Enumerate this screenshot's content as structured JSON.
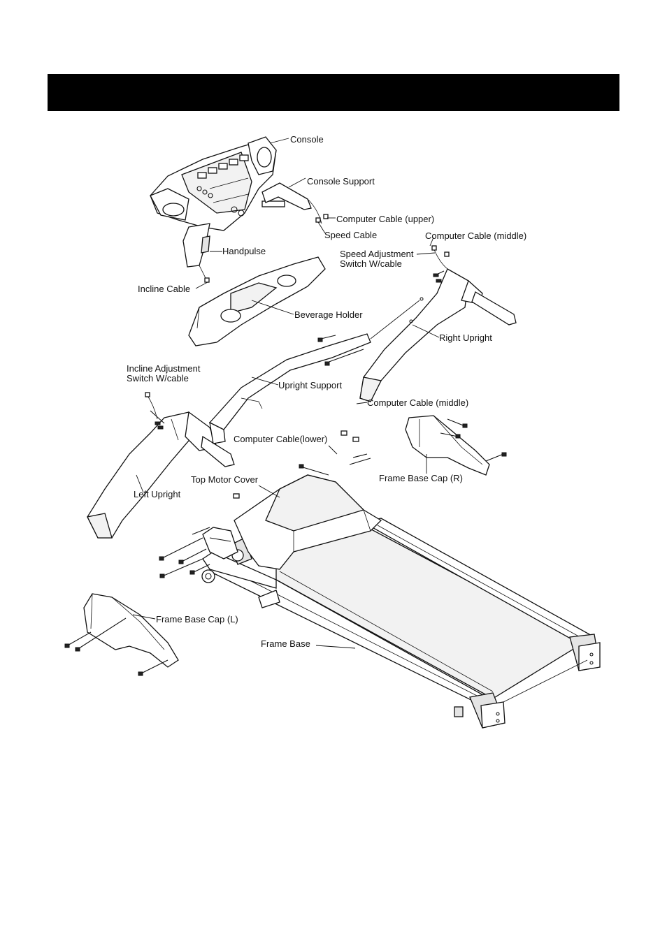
{
  "labels": {
    "console": "Console",
    "console_support": "Console Support",
    "computer_cable_upper": "Computer Cable (upper)",
    "speed_cable": "Speed Cable",
    "computer_cable_middle_top": "Computer Cable (middle)",
    "speed_adjustment_switch_line1": "Speed Adjustment",
    "speed_adjustment_switch_line2": "Switch  W/cable",
    "handpulse": "Handpulse",
    "incline_cable": "Incline Cable",
    "beverage_holder": "Beverage Holder",
    "right_upright": "Right Upright",
    "incline_adjustment_switch_line1": "Incline Adjustment",
    "incline_adjustment_switch_line2": "Switch  W/cable",
    "upright_support": "Upright Support",
    "computer_cable_middle_bottom": "Computer Cable (middle)",
    "computer_cable_lower": "Computer Cable(lower)",
    "frame_base_cap_r": "Frame Base Cap (R)",
    "top_motor_cover": "Top Motor Cover",
    "left_upright": "Left Upright",
    "frame_base_cap_l": "Frame Base Cap (L)",
    "frame_base": "Frame Base"
  },
  "colors": {
    "header_bar": "#000000",
    "line": "#111111",
    "background": "#ffffff"
  }
}
